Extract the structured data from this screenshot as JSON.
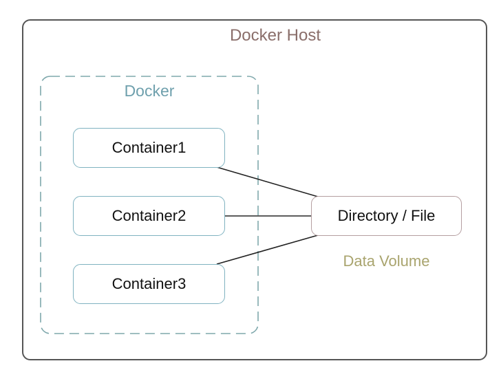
{
  "diagram": {
    "host": {
      "label": "Docker Host",
      "color": "#8a6e6a"
    },
    "docker": {
      "label": "Docker",
      "color": "#6fa0ad",
      "border_color": "#7fa8ac"
    },
    "containers": [
      {
        "label": "Container1"
      },
      {
        "label": "Container2"
      },
      {
        "label": "Container3"
      }
    ],
    "volume": {
      "box_label": "Directory / File",
      "caption": "Data Volume",
      "caption_color": "#a9a46e"
    },
    "connections": [
      {
        "from": "Container1",
        "to": "Directory / File"
      },
      {
        "from": "Container2",
        "to": "Directory / File"
      },
      {
        "from": "Container3",
        "to": "Directory / File"
      }
    ]
  }
}
